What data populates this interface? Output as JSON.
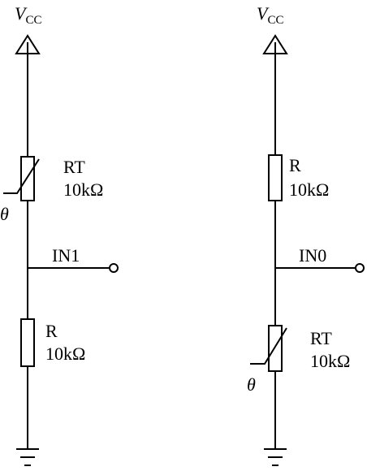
{
  "left_circuit": {
    "supply_symbol": "V",
    "supply_subscript": "CC",
    "thermistor_name": "RT",
    "thermistor_value": "10kΩ",
    "theta_symbol": "θ",
    "output_label": "IN1",
    "resistor_name": "R",
    "resistor_value": "10kΩ"
  },
  "right_circuit": {
    "supply_symbol": "V",
    "supply_subscript": "CC",
    "resistor_name": "R",
    "resistor_value": "10kΩ",
    "output_label": "IN0",
    "thermistor_name": "RT",
    "thermistor_value": "10kΩ",
    "theta_symbol": "θ"
  },
  "colors": {
    "line": "#000000",
    "background": "#ffffff"
  }
}
